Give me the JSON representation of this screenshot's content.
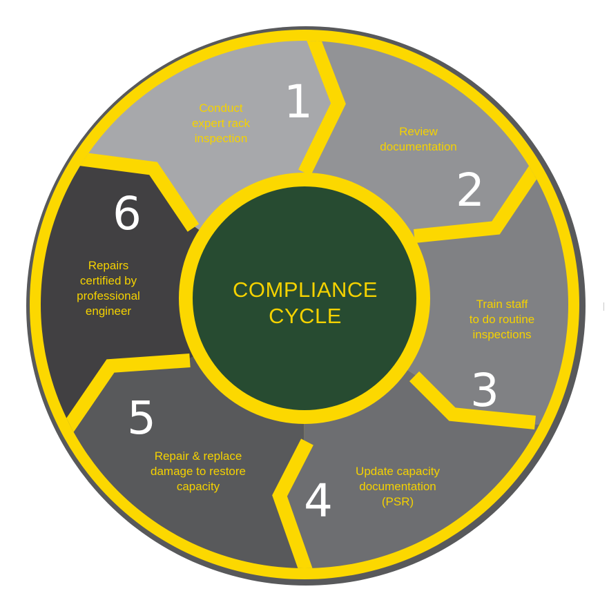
{
  "title": "COMPLIANCE CYCLE",
  "center": {
    "line1": "COMPLIANCE",
    "line2": "CYCLE"
  },
  "colors": {
    "outer_ring": "#58595b",
    "yellow": "#fcd800",
    "center_fill": "#274b31",
    "text_yellow": "#f5d200",
    "number_white": "#ffffff",
    "step1_fill": "#a7a8ab",
    "step2_fill": "#929396",
    "step3_fill": "#808184",
    "step4_fill": "#6d6e71",
    "step5_fill": "#58595b",
    "step6_fill": "#414042"
  },
  "steps": [
    {
      "number": "1",
      "lines": [
        "Conduct",
        "expert rack",
        "inspection"
      ]
    },
    {
      "number": "2",
      "lines": [
        "Review",
        "documentation"
      ]
    },
    {
      "number": "3",
      "lines": [
        "Train staff",
        "to do routine",
        "inspections"
      ]
    },
    {
      "number": "4",
      "lines": [
        "Update capacity",
        "documentation",
        "(PSR)"
      ]
    },
    {
      "number": "5",
      "lines": [
        "Repair & replace",
        "damage to restore",
        "capacity"
      ]
    },
    {
      "number": "6",
      "lines": [
        "Repairs",
        "certified by",
        "professional",
        "engineer"
      ]
    }
  ]
}
